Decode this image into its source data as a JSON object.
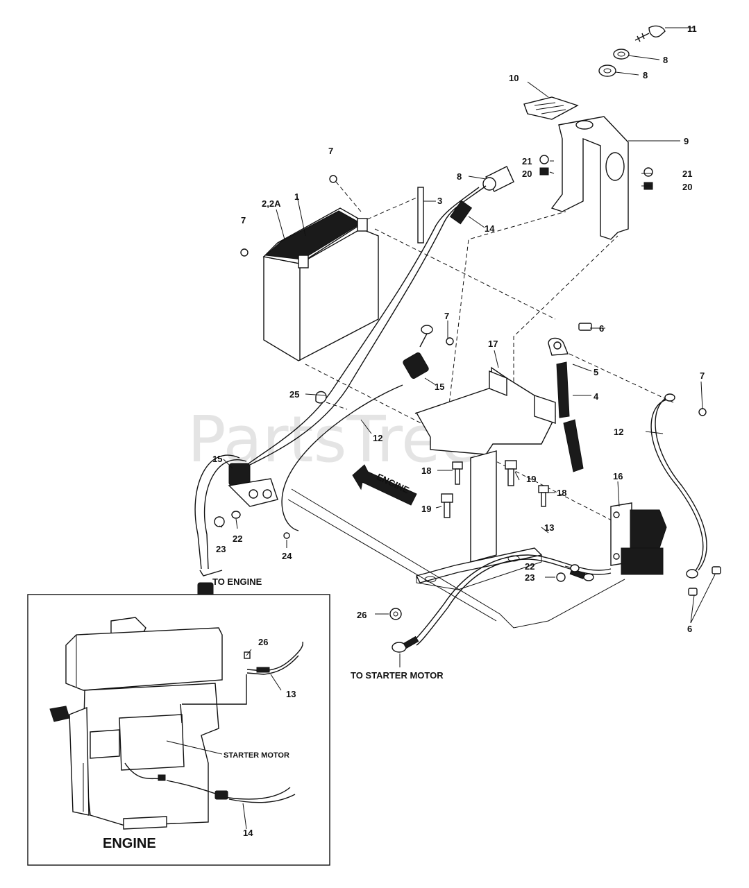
{
  "watermark": "PartsTree",
  "callouts": {
    "c1": "1",
    "c2_2a": "2,2A",
    "c3": "3",
    "c4": "4",
    "c5": "5",
    "c6a": "6",
    "c6b": "6",
    "c7a": "7",
    "c7b": "7",
    "c7c": "7",
    "c7d": "7",
    "c8a": "8",
    "c8b": "8",
    "c8c": "8",
    "c9": "9",
    "c10": "10",
    "c11": "11",
    "c12a": "12",
    "c12b": "12",
    "c13": "13",
    "c14": "14",
    "c15a": "15",
    "c15b": "15",
    "c16": "16",
    "c17": "17",
    "c18a": "18",
    "c18b": "18",
    "c19a": "19",
    "c19b": "19",
    "c20a": "20",
    "c20b": "20",
    "c21a": "21",
    "c21b": "21",
    "c22a": "22",
    "c22b": "22",
    "c23a": "23",
    "c23b": "23",
    "c24": "24",
    "c25": "25",
    "c26": "26",
    "inset_26": "26",
    "inset_13": "13",
    "inset_14": "14"
  },
  "captions": {
    "to_engine": "TO ENGINE",
    "to_starter_motor": "TO STARTER MOTOR",
    "engine_arrow": "ENGINE",
    "inset_title": "ENGINE",
    "starter_motor": "STARTER MOTOR"
  }
}
